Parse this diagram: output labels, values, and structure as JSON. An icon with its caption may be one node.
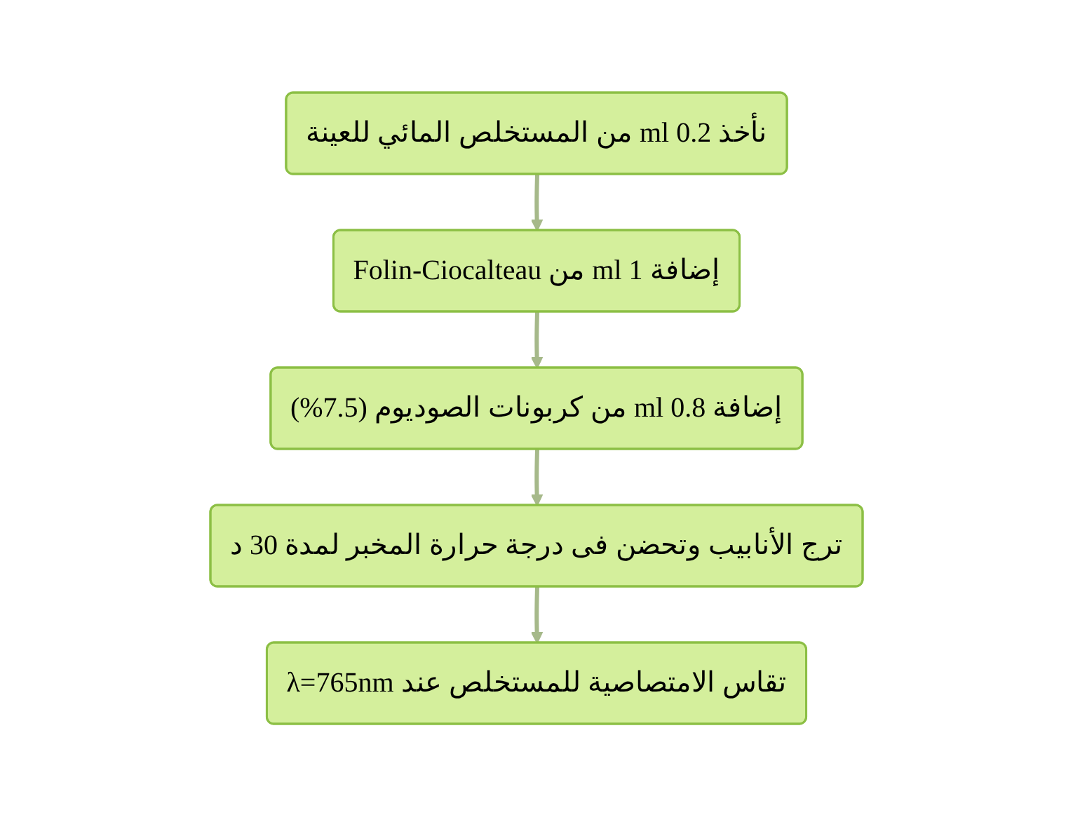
{
  "diagram": {
    "nodes": [
      {
        "text": [
          "نأخذ 0.2 ml من المستخلص المائي للعينة"
        ]
      },
      {
        "text": [
          "إضافة 1 ml من Folin-Ciocalteau"
        ]
      },
      {
        "text": [
          "إضافة 0.8 ml من كربونات الصوديوم (7.5%)"
        ]
      },
      {
        "text": [
          "ترج الأنابيب وتحضن فى درجة حرارة المخبر لمدة 30 د"
        ]
      },
      {
        "text": [
          "تقاس الامتصاصية للمستخلص عند λ=765nm"
        ]
      }
    ],
    "edges": [
      {
        "from": 0,
        "to": 1,
        "arrow": "to"
      },
      {
        "from": 1,
        "to": 2,
        "arrow": "to"
      },
      {
        "from": 2,
        "to": 3,
        "arrow": "to"
      },
      {
        "from": 3,
        "to": 4,
        "arrow": "to"
      }
    ]
  }
}
